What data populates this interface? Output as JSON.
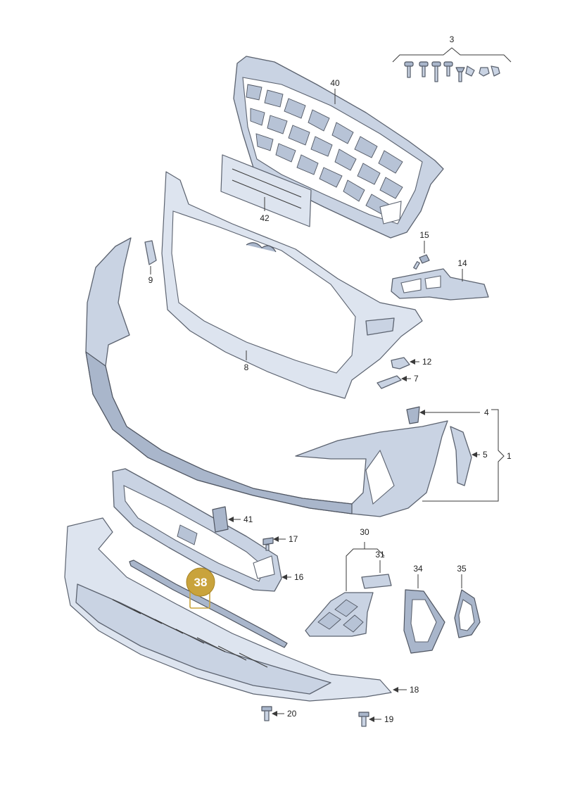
{
  "callouts": {
    "c1": "1",
    "c3": "3",
    "c4": "4",
    "c5": "5",
    "c7": "7",
    "c8": "8",
    "c9": "9",
    "c12": "12",
    "c14": "14",
    "c15": "15",
    "c16": "16",
    "c17": "17",
    "c18": "18",
    "c19": "19",
    "c20": "20",
    "c30": "30",
    "c31": "31",
    "c34": "34",
    "c35": "35",
    "c40": "40",
    "c41": "41",
    "c42": "42"
  },
  "highlight": {
    "label": "38",
    "color": "#c9a33c"
  },
  "colors": {
    "part_fill": "#c9d3e3",
    "outline": "#5c6370",
    "highlight": "#c9a33c"
  }
}
